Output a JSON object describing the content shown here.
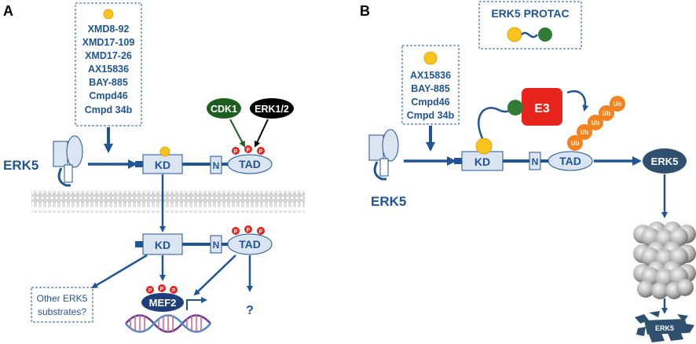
{
  "panel_a": {
    "label": "A",
    "inhibitors": [
      "XMD8-92",
      "XMD17-109",
      "XMD17-26",
      "AX15836",
      "BAY-885",
      "Cmpd46",
      "Cmpd 34b"
    ],
    "erk5_label": "ERK5",
    "kd": "KD",
    "n": "N",
    "tad": "TAD",
    "p": "P",
    "cdk1": "CDK1",
    "erk12": "ERK1/2",
    "mef2": "MEF2",
    "other_substrates_line1": "Other ERK5",
    "other_substrates_line2": "substrates?",
    "unknown": "?"
  },
  "panel_b": {
    "label": "B",
    "protac_title": "ERK5 PROTAC",
    "inhibitors": [
      "AX15836",
      "BAY-885",
      "Cmpd46",
      "Cmpd 34b"
    ],
    "erk5_label": "ERK5",
    "kd": "KD",
    "n": "N",
    "tad": "TAD",
    "e3": "E3",
    "ub": "Ub",
    "erk5_target": "ERK5",
    "erk5_fragment": "ERK5"
  },
  "colors": {
    "dark_blue": "#1f5496",
    "box_fill": "#dbe5f1",
    "yellow": "#f7c31e",
    "green": "#2e7d32",
    "phospho_red": "#e8231b",
    "e3_red": "#e8231b",
    "ub_orange": "#f58220",
    "mef2_navy": "#1e3f7a"
  }
}
